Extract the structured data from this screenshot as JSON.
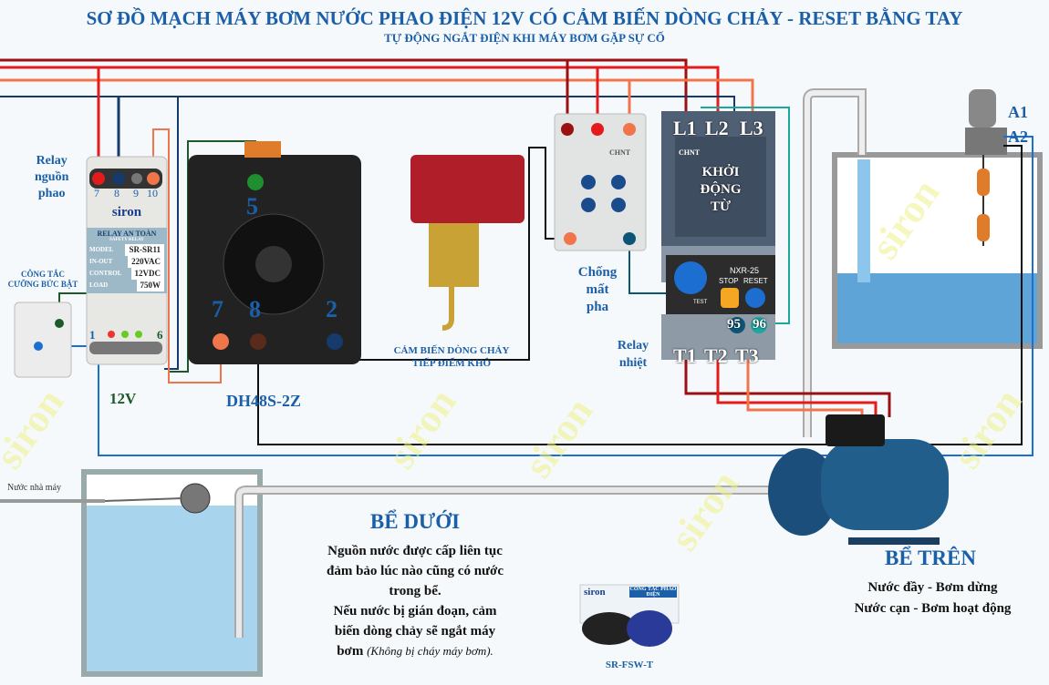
{
  "header": {
    "title": "SƠ ĐỒ MẠCH MÁY BƠM NƯỚC PHAO ĐIỆN 12V CÓ CẢM BIẾN DÒNG CHẢY - RESET BẰNG TAY",
    "subtitle": "TỰ ĐỘNG NGẮT ĐIỆN KHI MÁY BƠM GẶP SỰ CỐ"
  },
  "watermark": "siron",
  "colors": {
    "title": "#1a5fa8",
    "wire_l1": "#9b1010",
    "wire_l2": "#e51b1b",
    "wire_l3": "#f0754a",
    "wire_n": "#163a6b",
    "wire_green": "#1d5a2a",
    "wire_teal": "#1aa7a0"
  },
  "relay": {
    "label": [
      "Relay",
      "nguồn",
      "phao"
    ],
    "terminals_top": [
      "7",
      "8",
      "9",
      "10"
    ],
    "brand": "siron",
    "panel_title": "RELAY AN TOÀN",
    "panel_subtitle": "SAFETY RELAY",
    "specs": [
      {
        "key": "MODEL",
        "value": "SR-SR11"
      },
      {
        "key": "IN-OUT",
        "value": "220VAC"
      },
      {
        "key": "CONTROL",
        "value": "12VDC"
      },
      {
        "key": "LOAD",
        "value": "750W"
      }
    ],
    "terminal_left": "1",
    "terminal_right": "6",
    "voltage": "12V"
  },
  "switch": {
    "label": [
      "CÔNG TẮC",
      "CƯỠNG BỨC BẬT"
    ]
  },
  "timer": {
    "model": "DH48S-2Z",
    "pins": [
      "5",
      "7",
      "8",
      "2"
    ]
  },
  "flow_sensor": {
    "label": [
      "CẢM BIẾN DÒNG CHẢY",
      "TIẾP ĐIỂM KHÔ"
    ]
  },
  "phase_relay": {
    "brand": "CHNT",
    "label": [
      "Chống",
      "mất",
      "pha"
    ]
  },
  "contactor": {
    "terminals_in": [
      "L1",
      "L2",
      "L3"
    ],
    "label": [
      "KHỞI",
      "ĐỘNG",
      "TỪ"
    ],
    "brand": "CHNT"
  },
  "thermal_relay": {
    "model": "NXR-25",
    "stop": "STOP",
    "reset": "RESET",
    "test": "TEST",
    "contacts": [
      "95",
      "96"
    ],
    "terminals_out": [
      "T1",
      "T2",
      "T3"
    ],
    "label": [
      "Relay",
      "nhiệt"
    ]
  },
  "float": {
    "terminals": [
      "A1",
      "A2"
    ]
  },
  "lower_tank": {
    "inlet_label": "Nước nhà máy",
    "title": "BỂ DƯỚI",
    "text": [
      "Nguồn nước được cấp liên tục",
      "đảm bảo lúc nào cũng có nước",
      "trong bể.",
      "Nếu nước bị gián đoạn, cảm",
      "biến dòng chảy sẽ ngắt máy",
      "bơm"
    ],
    "note": "(Không bị cháy máy bơm)."
  },
  "upper_tank": {
    "title": "BỂ TRÊN",
    "lines": [
      "Nước đầy - Bơm dừng",
      "Nước cạn - Bơm hoạt động"
    ]
  },
  "product": {
    "brand": "siron",
    "box_text": "CÔNG TẮC PHAO ĐIỆN",
    "model": "SR-FSW-T"
  }
}
